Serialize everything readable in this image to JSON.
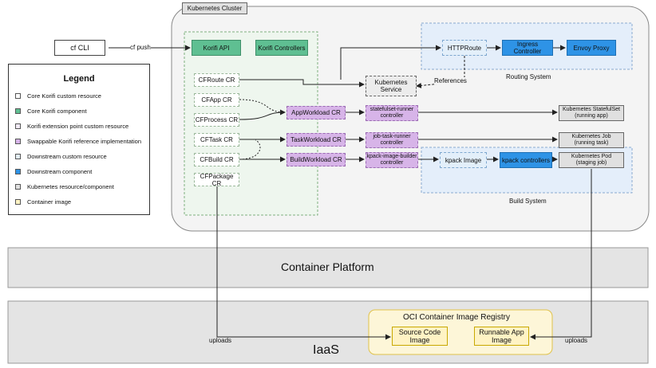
{
  "cluster": {
    "label": "Kubernetes Cluster"
  },
  "cli": {
    "label": "cf CLI",
    "push_label": "cf push"
  },
  "korifi": {
    "api": "Korifi API",
    "controllers": "Korifi Controllers"
  },
  "resources": {
    "cfroute": "CFRoute CR",
    "cfapp": "CFApp CR",
    "cfprocess": "CFProcess CR",
    "cftask": "CFTask CR",
    "cfbuild": "CFBuild CR",
    "cfpackage": "CFPackage CR"
  },
  "k8s_service": "Kubernetes\nService",
  "references_label": "References",
  "routing": {
    "httproute": "HTTPRoute",
    "ingress": "Ingress Controller",
    "envoy": "Envoy Proxy",
    "label": "Routing System"
  },
  "workloads": {
    "app": "AppWorkload CR",
    "task": "TaskWorkload CR",
    "build": "BuildWorkload CR"
  },
  "controllers": {
    "statefulset": "statefulset-runner\ncontroller",
    "job": "job-task-runner\ncontroller",
    "kpack_builder": "kpack-image-builder\ncontroller"
  },
  "k8s_resources": {
    "statefulset": "Kubernetes StatefulSet\n(running app)",
    "job": "Kubernetes Job\n(running task)",
    "pod": "Kubernetes Pod\n(staging job)"
  },
  "build": {
    "kpack_image": "kpack Image",
    "kpack_controllers": "kpack controllers",
    "label": "Build System"
  },
  "legend": {
    "title": "Legend",
    "items": [
      {
        "label": "Core Korifi custom resource",
        "color": "#ffffff"
      },
      {
        "label": "Core Korifi component",
        "color": "#5fbf92"
      },
      {
        "label": "Korifi extension point custom resource",
        "color": "#f2eafa"
      },
      {
        "label": "Swappable Korifi reference implementation",
        "color": "#d7b4e8"
      },
      {
        "label": "Downstream custom resource",
        "color": "#e3effa"
      },
      {
        "label": "Downstream component",
        "color": "#2e93e6"
      },
      {
        "label": "Kubernetes resource/component",
        "color": "#e0e0e0"
      },
      {
        "label": "Container image",
        "color": "#fff3c4"
      }
    ]
  },
  "platform": {
    "label": "Container Platform"
  },
  "iaas": {
    "label": "IaaS"
  },
  "registry": {
    "label": "OCI Container Image Registry",
    "source_image": "Source Code\nImage",
    "runnable_image": "Runnable App\nImage"
  },
  "uploads_left": "uploads",
  "uploads_right": "uploads"
}
